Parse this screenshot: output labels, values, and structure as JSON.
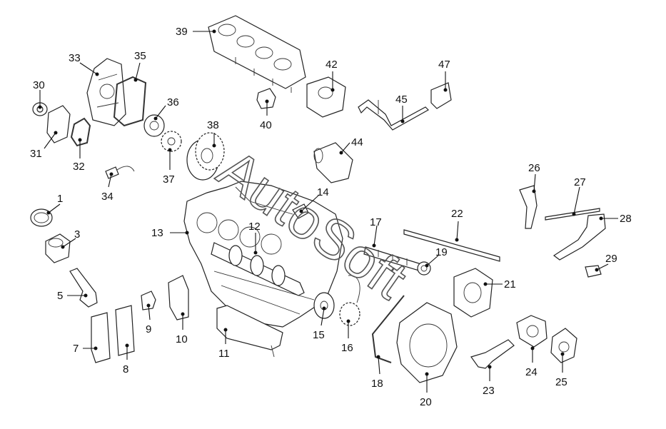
{
  "watermark": {
    "text": "AutoSoft"
  },
  "callouts": [
    {
      "id": "39",
      "n": "39"
    },
    {
      "id": "33",
      "n": "33"
    },
    {
      "id": "35",
      "n": "35"
    },
    {
      "id": "30",
      "n": "30"
    },
    {
      "id": "31",
      "n": "31"
    },
    {
      "id": "32",
      "n": "32"
    },
    {
      "id": "36",
      "n": "36"
    },
    {
      "id": "38",
      "n": "38"
    },
    {
      "id": "37",
      "n": "37"
    },
    {
      "id": "34",
      "n": "34"
    },
    {
      "id": "40",
      "n": "40"
    },
    {
      "id": "42",
      "n": "42"
    },
    {
      "id": "45",
      "n": "45"
    },
    {
      "id": "47",
      "n": "47"
    },
    {
      "id": "44",
      "n": "44"
    },
    {
      "id": "1",
      "n": "1"
    },
    {
      "id": "3",
      "n": "3"
    },
    {
      "id": "13",
      "n": "13"
    },
    {
      "id": "12",
      "n": "12"
    },
    {
      "id": "14",
      "n": "14"
    },
    {
      "id": "17",
      "n": "17"
    },
    {
      "id": "22",
      "n": "22"
    },
    {
      "id": "19",
      "n": "19"
    },
    {
      "id": "21",
      "n": "21"
    },
    {
      "id": "26",
      "n": "26"
    },
    {
      "id": "27",
      "n": "27"
    },
    {
      "id": "28",
      "n": "28"
    },
    {
      "id": "29",
      "n": "29"
    },
    {
      "id": "5",
      "n": "5"
    },
    {
      "id": "9",
      "n": "9"
    },
    {
      "id": "10",
      "n": "10"
    },
    {
      "id": "7",
      "n": "7"
    },
    {
      "id": "8",
      "n": "8"
    },
    {
      "id": "11",
      "n": "11"
    },
    {
      "id": "15",
      "n": "15"
    },
    {
      "id": "16",
      "n": "16"
    },
    {
      "id": "18",
      "n": "18"
    },
    {
      "id": "20",
      "n": "20"
    },
    {
      "id": "23",
      "n": "23"
    },
    {
      "id": "24",
      "n": "24"
    },
    {
      "id": "25",
      "n": "25"
    }
  ]
}
